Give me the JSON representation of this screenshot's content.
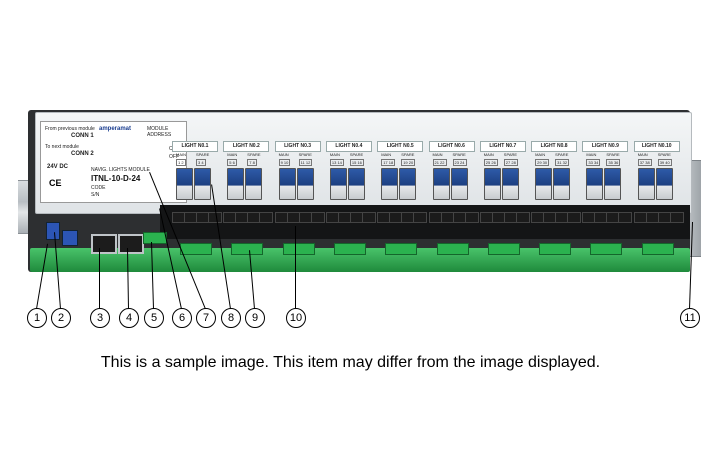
{
  "product": {
    "left_label": {
      "from_previous": "From previous module",
      "conn1": "CONN 1",
      "to_next": "To next module",
      "conn2": "CONN 2",
      "power": "24V DC",
      "brand": "amperamat",
      "model_line": "NAVIG. LIGHTS MODULE",
      "model": "ITNL-10-D-24",
      "code": "CODE",
      "sn": "S/N",
      "module_address": "MODULE ADDRESS",
      "on": "ON",
      "off": "OFF"
    },
    "channels": [
      {
        "title": "LIGHT N0.1",
        "main": "MAIN",
        "spare": "SPARE",
        "m": "1 2",
        "s": "3 4"
      },
      {
        "title": "LIGHT N0.2",
        "main": "MAIN",
        "spare": "SPARE",
        "m": "5 6",
        "s": "7 8"
      },
      {
        "title": "LIGHT N0.3",
        "main": "MAIN",
        "spare": "SPARE",
        "m": "9 10",
        "s": "11 12"
      },
      {
        "title": "LIGHT N0.4",
        "main": "MAIN",
        "spare": "SPARE",
        "m": "13 14",
        "s": "15 16"
      },
      {
        "title": "LIGHT N0.5",
        "main": "MAIN",
        "spare": "SPARE",
        "m": "17 18",
        "s": "19 20"
      },
      {
        "title": "LIGHT N0.6",
        "main": "MAIN",
        "spare": "SPARE",
        "m": "21 22",
        "s": "23 24"
      },
      {
        "title": "LIGHT N0.7",
        "main": "MAIN",
        "spare": "SPARE",
        "m": "25 26",
        "s": "27 28"
      },
      {
        "title": "LIGHT N0.8",
        "main": "MAIN",
        "spare": "SPARE",
        "m": "29 30",
        "s": "31 32"
      },
      {
        "title": "LIGHT N0.9",
        "main": "MAIN",
        "spare": "SPARE",
        "m": "33 34",
        "s": "35 36"
      },
      {
        "title": "LIGHT N0.10",
        "main": "MAIN",
        "spare": "SPARE",
        "m": "37 38",
        "s": "39 40"
      }
    ]
  },
  "callouts": [
    "1",
    "2",
    "3",
    "4",
    "5",
    "6",
    "7",
    "8",
    "9",
    "10",
    "11"
  ],
  "caption": "This is a sample image. This item may differ from the image displayed."
}
